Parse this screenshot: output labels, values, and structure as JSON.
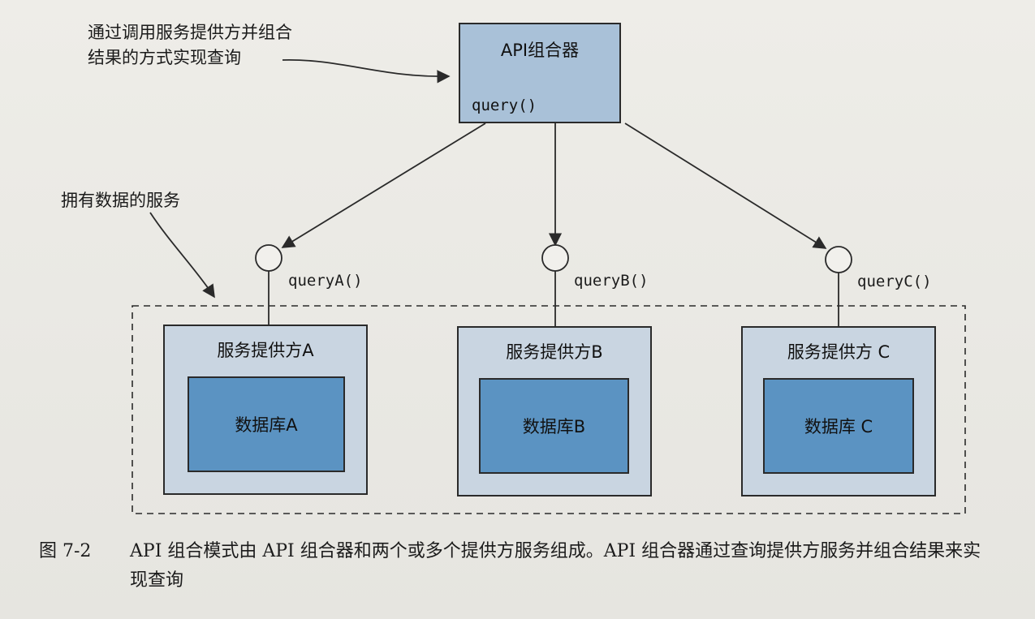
{
  "annotations": {
    "composition_note_line1": "通过调用服务提供方并组合",
    "composition_note_line2": "结果的方式实现查询",
    "data_owner_note": "拥有数据的服务"
  },
  "composer": {
    "title": "API组合器",
    "method": "query()"
  },
  "providers": [
    {
      "name": "服务提供方A",
      "database": "数据库A",
      "method": "queryA()"
    },
    {
      "name": "服务提供方B",
      "database": "数据库B",
      "method": "queryB()"
    },
    {
      "name": "服务提供方 C",
      "database": "数据库 C",
      "method": "queryC()"
    }
  ],
  "caption": {
    "figure_number": "图 7-2",
    "text": "API 组合模式由 API 组合器和两个或多个提供方服务组成。API 组合器通过查询提供方服务并组合结果来实现查询"
  },
  "colors": {
    "composer_fill": "#a9c1d8",
    "provider_fill": "#c9d5e1",
    "database_fill": "#5b93c2",
    "line": "#2a2a2a"
  }
}
